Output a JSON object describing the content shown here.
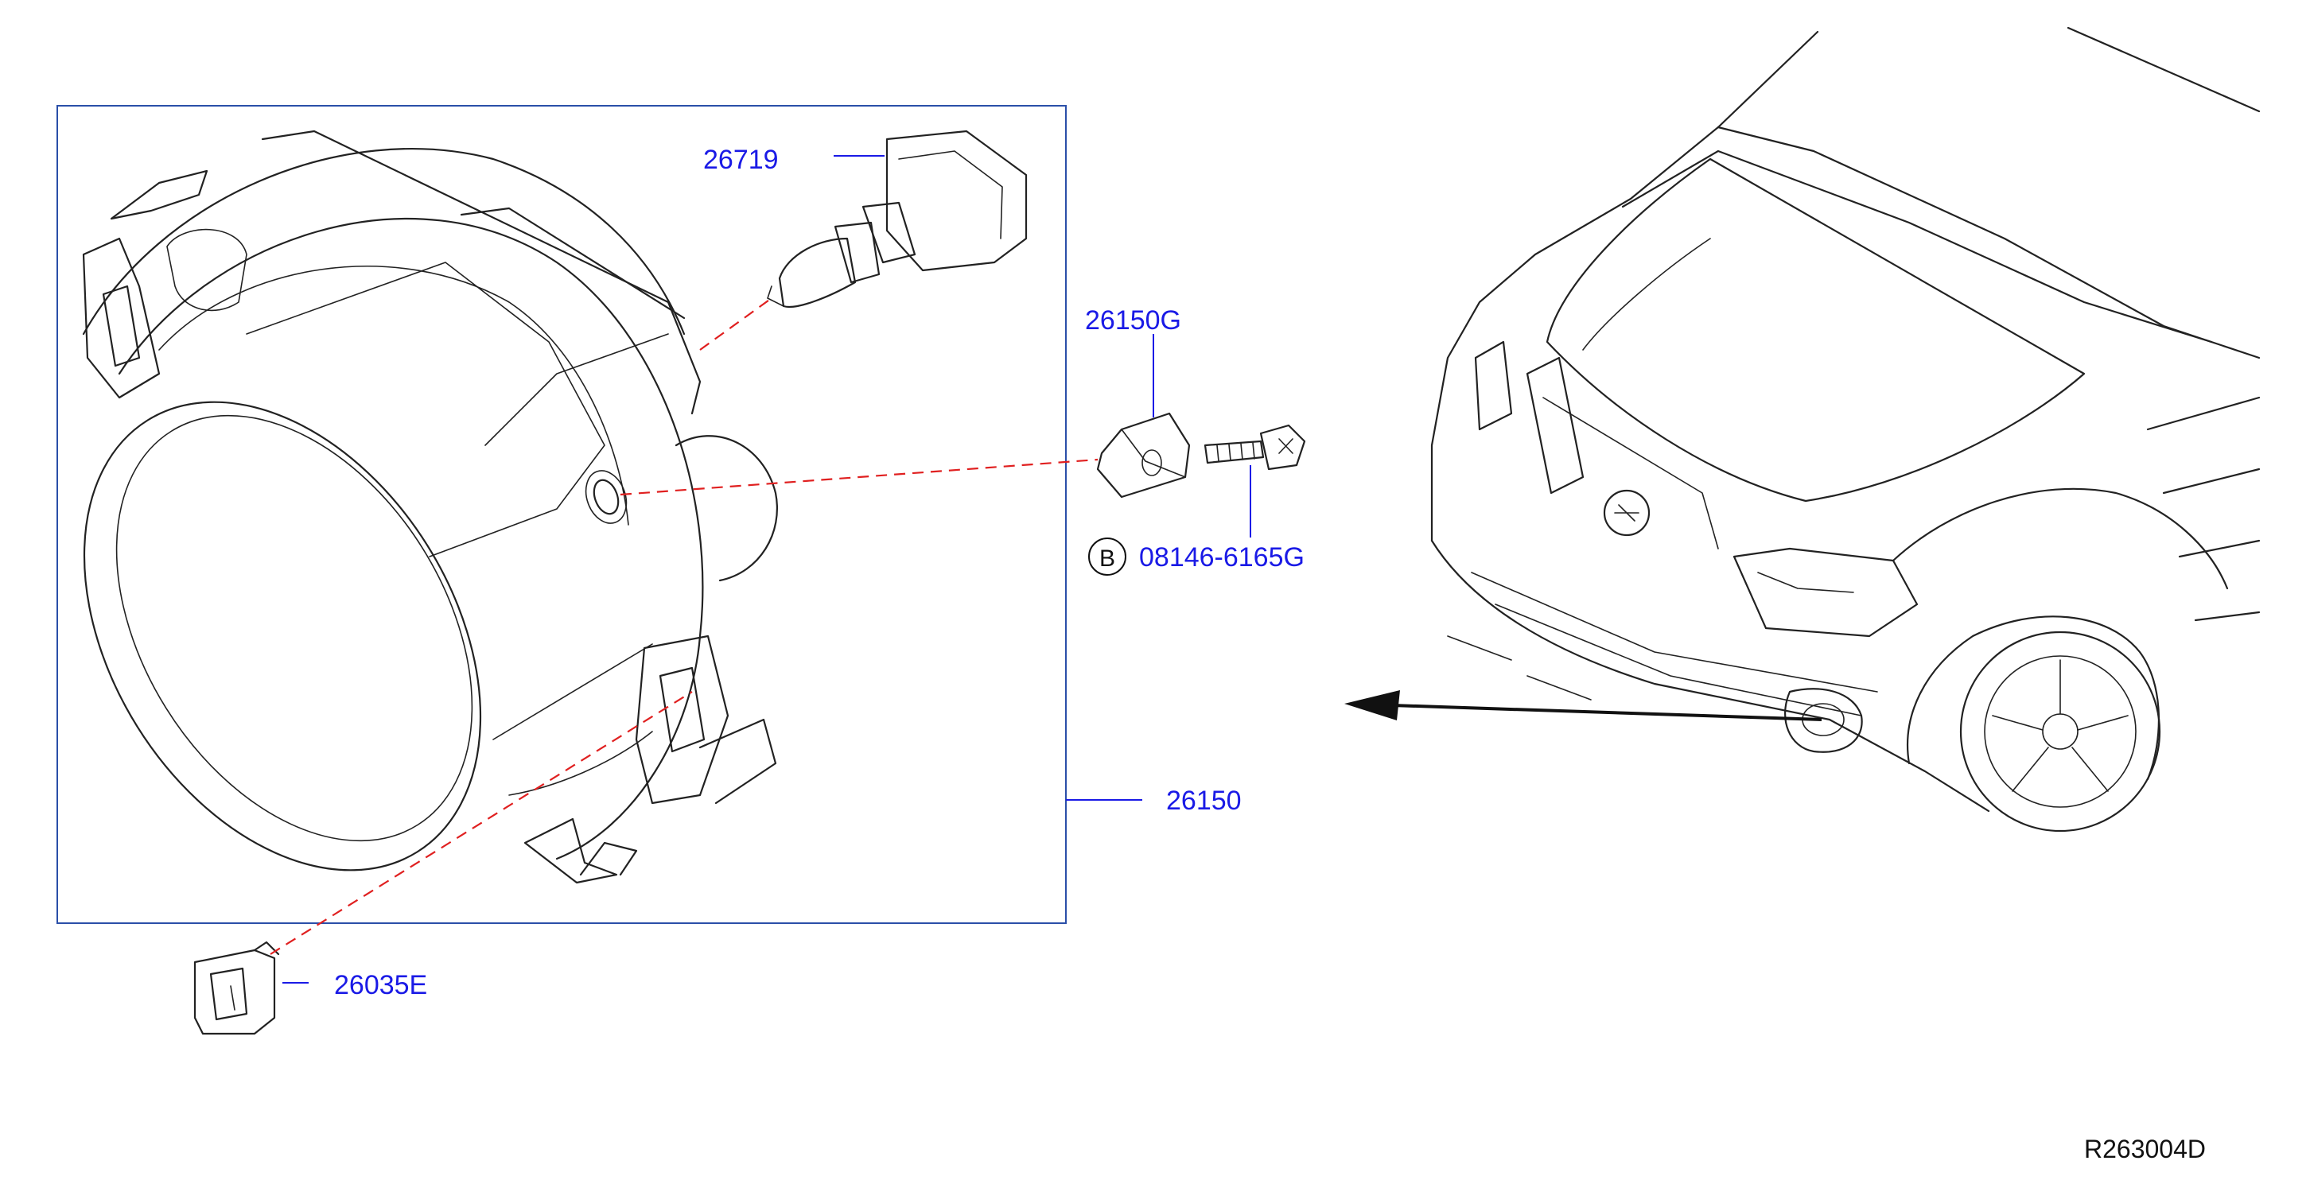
{
  "parts": {
    "bulb": "26719",
    "bracket": "26150G",
    "bolt": "08146-6165G",
    "bolt_marker": "B",
    "fog_lamp_assembly": "26150",
    "clip": "26035E"
  },
  "diagram_code": "R263004D",
  "colors": {
    "label": "#1a1ae6",
    "frame": "#2a4fa8",
    "dashed_leader": "#e02020",
    "line_art": "#222222"
  }
}
